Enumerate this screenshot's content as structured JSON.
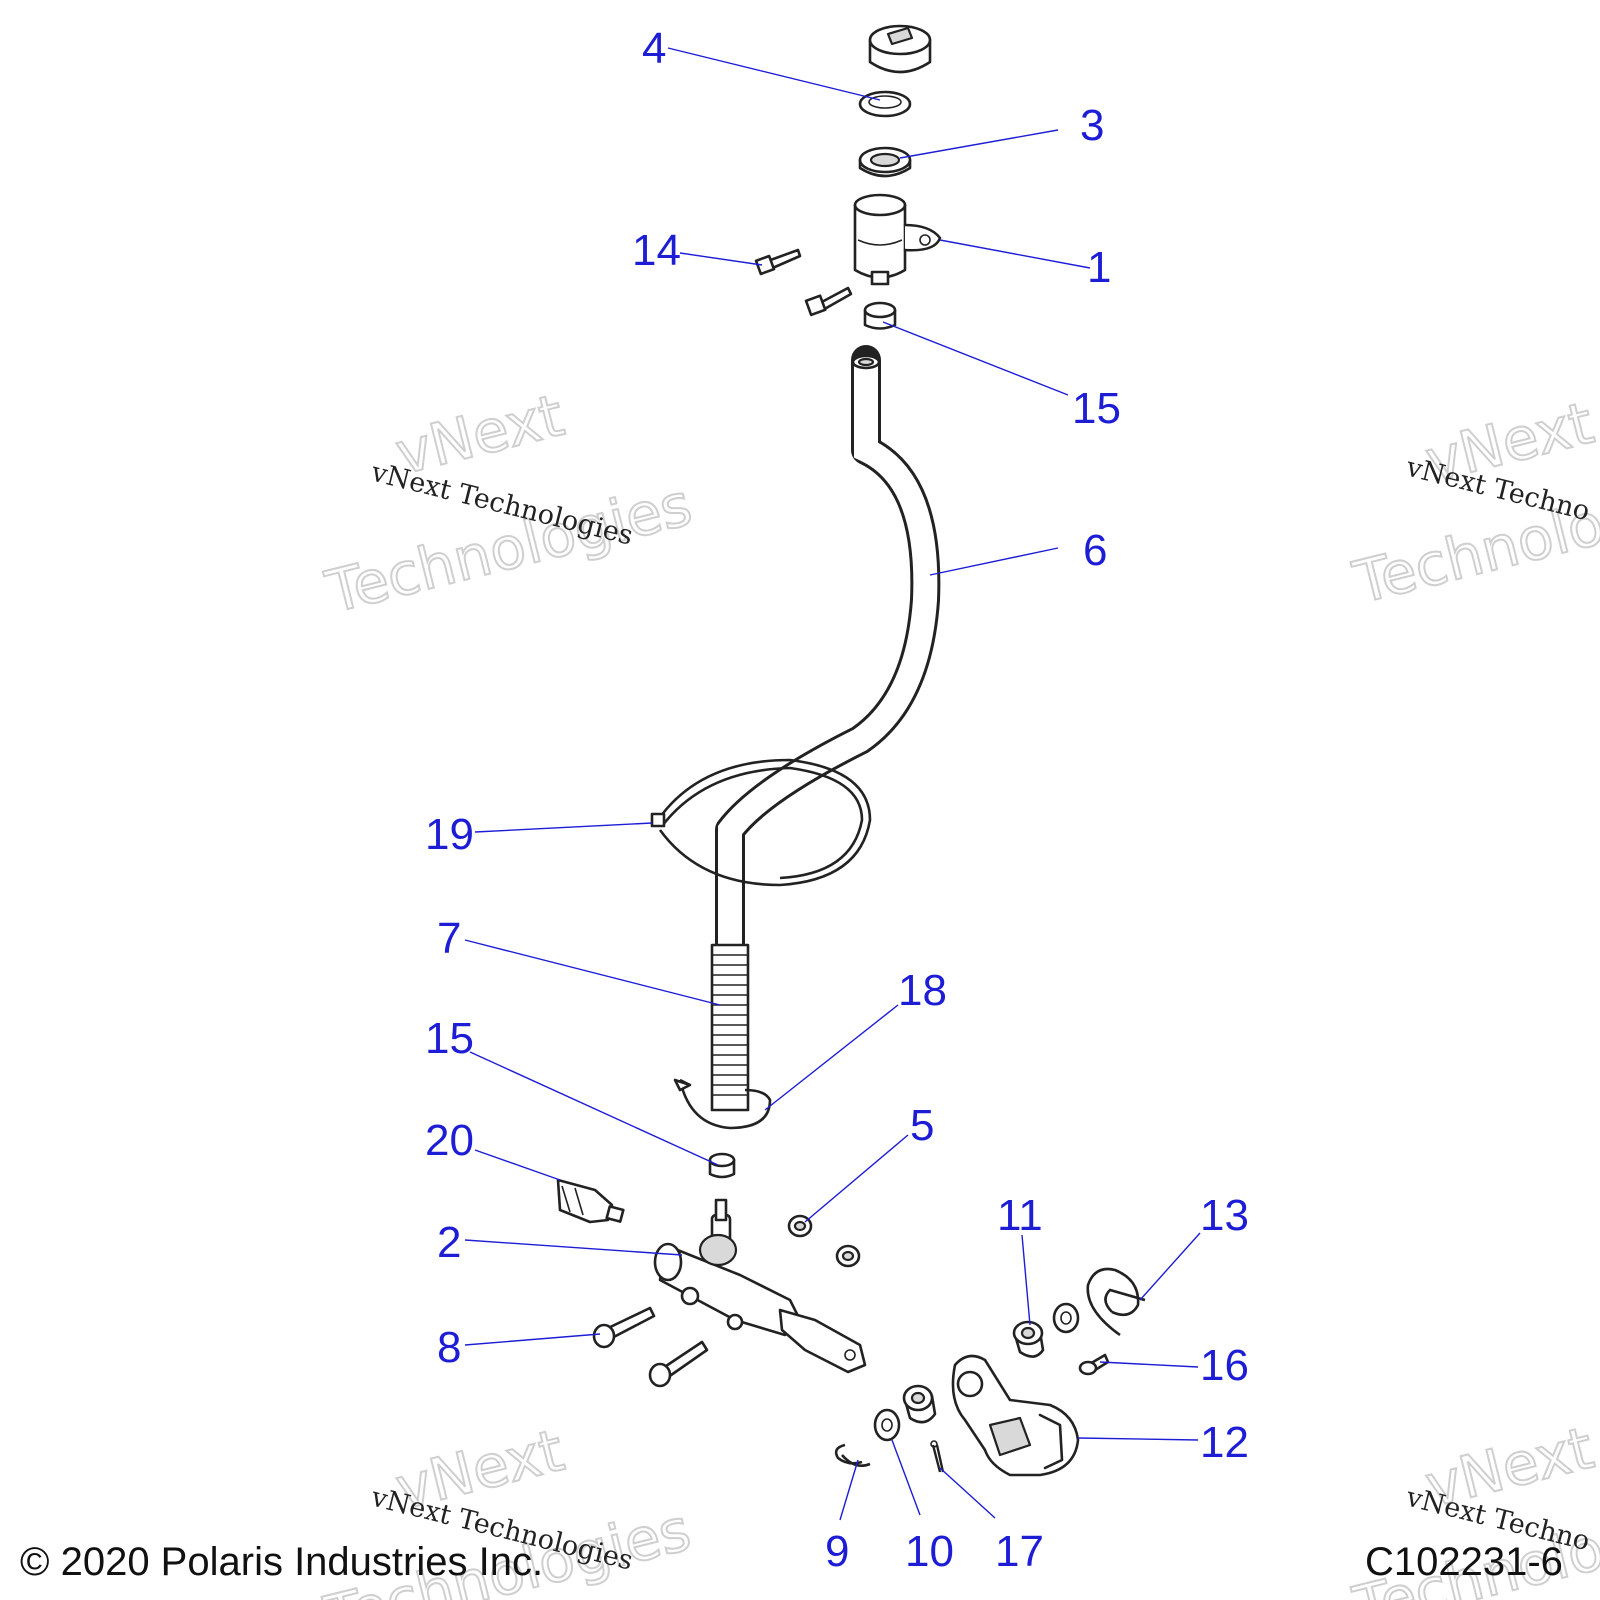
{
  "diagram": {
    "callouts": [
      {
        "id": "c4",
        "label": "4"
      },
      {
        "id": "c3",
        "label": "3"
      },
      {
        "id": "c14",
        "label": "14"
      },
      {
        "id": "c1",
        "label": "1"
      },
      {
        "id": "c15a",
        "label": "15"
      },
      {
        "id": "c6",
        "label": "6"
      },
      {
        "id": "c19",
        "label": "19"
      },
      {
        "id": "c7",
        "label": "7"
      },
      {
        "id": "c18",
        "label": "18"
      },
      {
        "id": "c15b",
        "label": "15"
      },
      {
        "id": "c5",
        "label": "5"
      },
      {
        "id": "c20",
        "label": "20"
      },
      {
        "id": "c2",
        "label": "2"
      },
      {
        "id": "c11",
        "label": "11"
      },
      {
        "id": "c13",
        "label": "13"
      },
      {
        "id": "c8",
        "label": "8"
      },
      {
        "id": "c16",
        "label": "16"
      },
      {
        "id": "c12",
        "label": "12"
      },
      {
        "id": "c9",
        "label": "9"
      },
      {
        "id": "c10",
        "label": "10"
      },
      {
        "id": "c17",
        "label": "17"
      }
    ],
    "watermark": {
      "line1": "vNext",
      "line2": "Technologies",
      "small": "vNext Technologies",
      "small_right": "vNext Techno",
      "big_right_1": "vNext",
      "big_right_2": "Technolo"
    }
  },
  "footer": {
    "copyright": "© 2020 Polaris Industries Inc.",
    "figure_id": "C102231-6"
  },
  "colors": {
    "callout": "#1d1dd6",
    "line_art": "#222222"
  }
}
